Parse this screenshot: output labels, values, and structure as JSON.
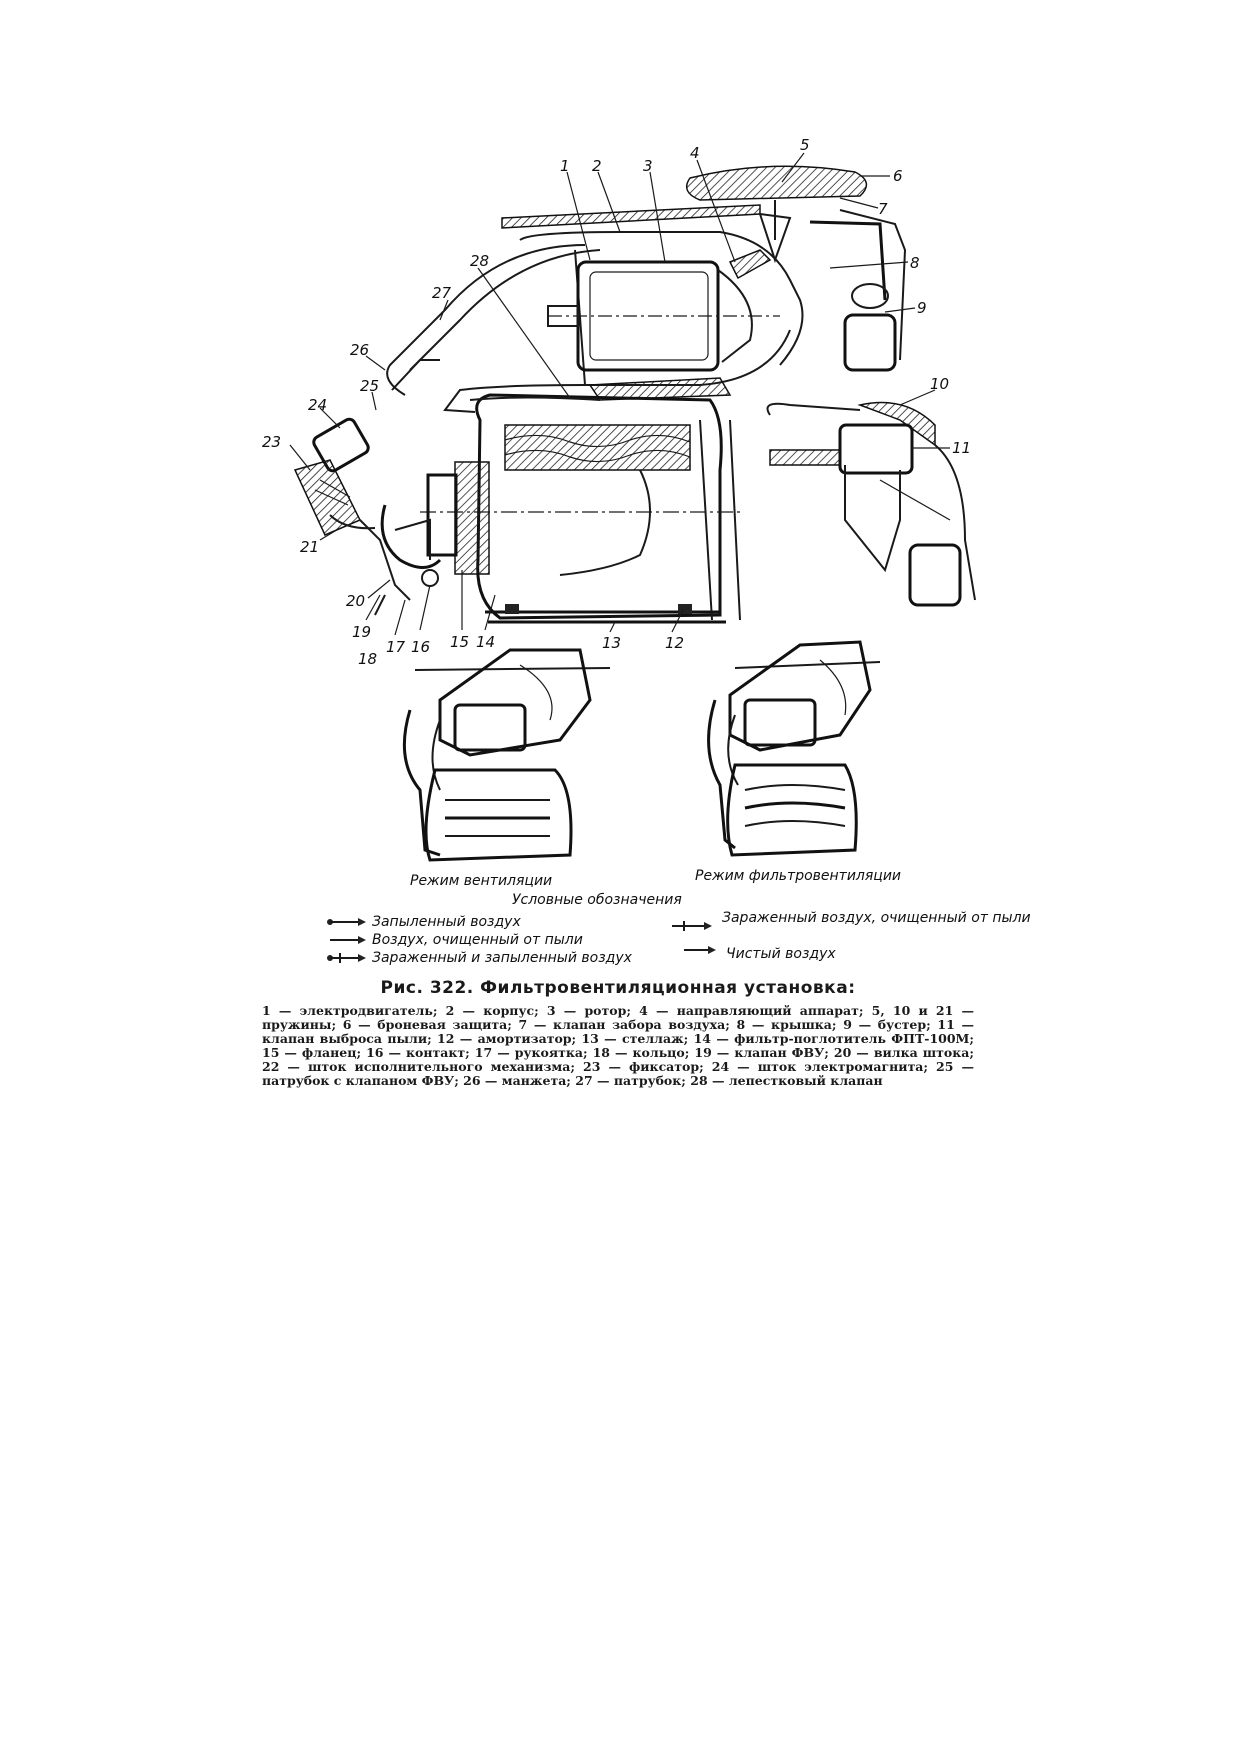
{
  "callouts": [
    "1",
    "2",
    "3",
    "4",
    "5",
    "6",
    "7",
    "8",
    "9",
    "10",
    "11",
    "12",
    "13",
    "14",
    "15",
    "16",
    "17",
    "18",
    "19",
    "20",
    "21",
    "23",
    "24",
    "25",
    "26",
    "27",
    "28"
  ],
  "modes": {
    "ventilation": "Режим вентиляции",
    "filter_ventilation": "Режим фильтровентиляции"
  },
  "legend": {
    "title": "Условные обозначения",
    "items": [
      "Запыленный воздух",
      "Воздух, очищенный от пыли",
      "Зараженный и запыленный воздух",
      "Зараженный воздух, очищенный от пыли",
      "Чистый воздух"
    ]
  },
  "caption": {
    "title": "Рис. 322. Фильтровентиляционная установка:",
    "body": "1 — электродвигатель; 2 — корпус; 3 — ротор; 4 — направляющий аппарат; 5, 10 и 21 — пружины; 6 — броневая защита; 7 — клапан забора воздуха; 8 — крышка; 9 — бустер; 11 — клапан выброса пыли; 12 — амортизатор; 13 — стеллаж; 14 — фильтр-поглотитель ФПТ-100М; 15 — фланец; 16 — контакт; 17 — рукоятка; 18 — кольцо; 19 — клапан ФВУ; 20 — вилка штока; 22 — шток исполнительного механизма; 23 — фиксатор; 24 — шток электромагнита; 25 — патрубок с клапаном ФВУ; 26 — манжета; 27 — патрубок; 28 — лепестковый клапан"
  }
}
